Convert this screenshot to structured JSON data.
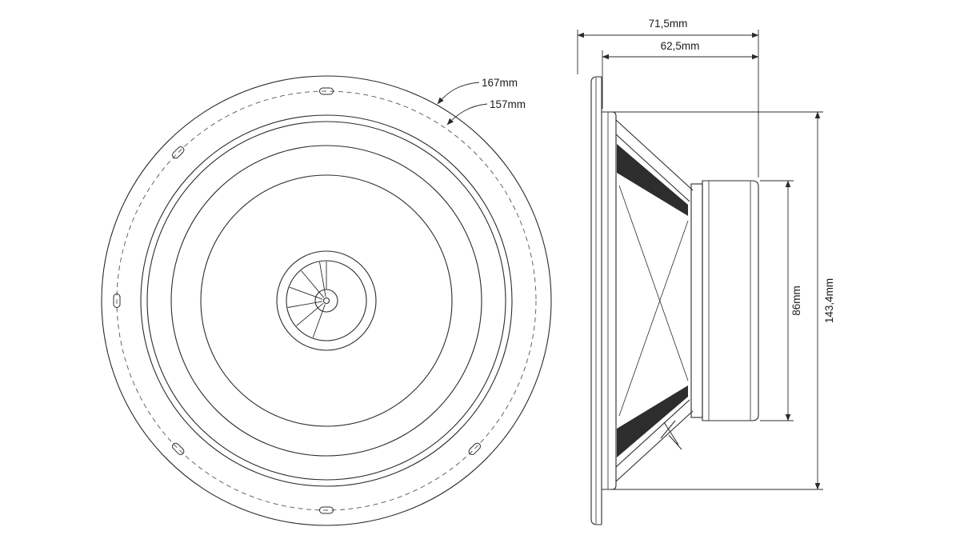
{
  "drawing": {
    "background": "#ffffff",
    "line_color": "#2b2b2b",
    "fill_dark": "#2d2d2d"
  },
  "front_view": {
    "outer_diameter_label": "167mm",
    "screw_circle_label": "157mm"
  },
  "side_view": {
    "total_depth_label": "71,5mm",
    "mounting_depth_label": "62,5mm",
    "magnet_diameter_label": "86mm",
    "overall_height_label": "143,4mm"
  }
}
